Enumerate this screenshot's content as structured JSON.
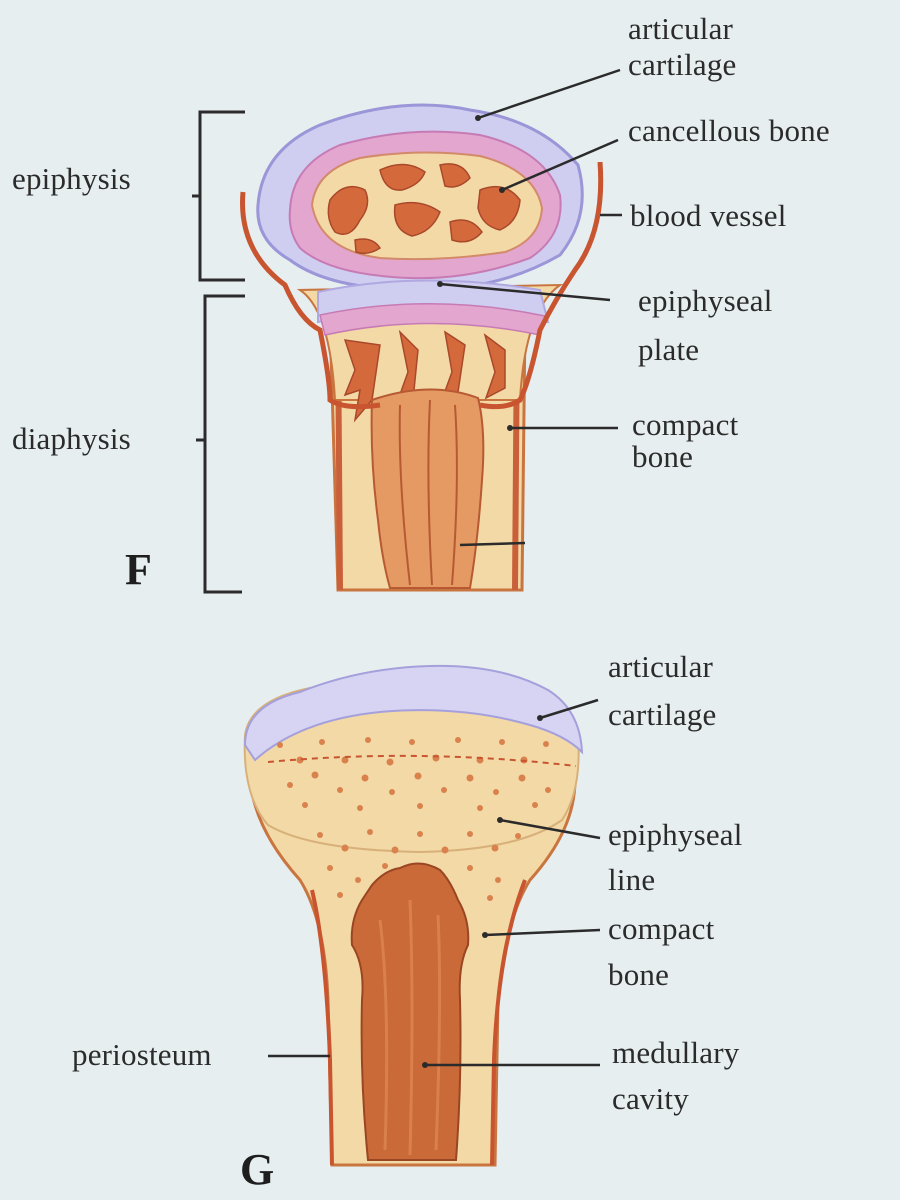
{
  "figure_F": {
    "letter": "F",
    "labels": {
      "articular_cartilage": [
        "articular",
        "cartilage"
      ],
      "cancellous_bone": "cancellous bone",
      "blood_vessel": "blood vessel",
      "epiphyseal_plate": [
        "epiphyseal",
        "plate"
      ],
      "compact_bone": [
        "compact",
        "bone"
      ],
      "epiphysis": "epiphysis",
      "diaphysis": "diaphysis"
    }
  },
  "figure_G": {
    "letter": "G",
    "labels": {
      "articular_cartilage": [
        "articular",
        "cartilage"
      ],
      "epiphyseal_line": [
        "epiphyseal",
        "line"
      ],
      "compact_bone": [
        "compact",
        "bone"
      ],
      "periosteum": "periosteum",
      "medullary_cavity": [
        "medullary",
        "cavity"
      ]
    }
  },
  "colors": {
    "background": "#e6eef0",
    "bone": "#f3d9a6",
    "cartilage": "#c9c6ea",
    "plate_pink": "#d98fc0",
    "marrow": "#c9693a",
    "vessel": "#c8552f",
    "line": "#2b2b2b"
  }
}
